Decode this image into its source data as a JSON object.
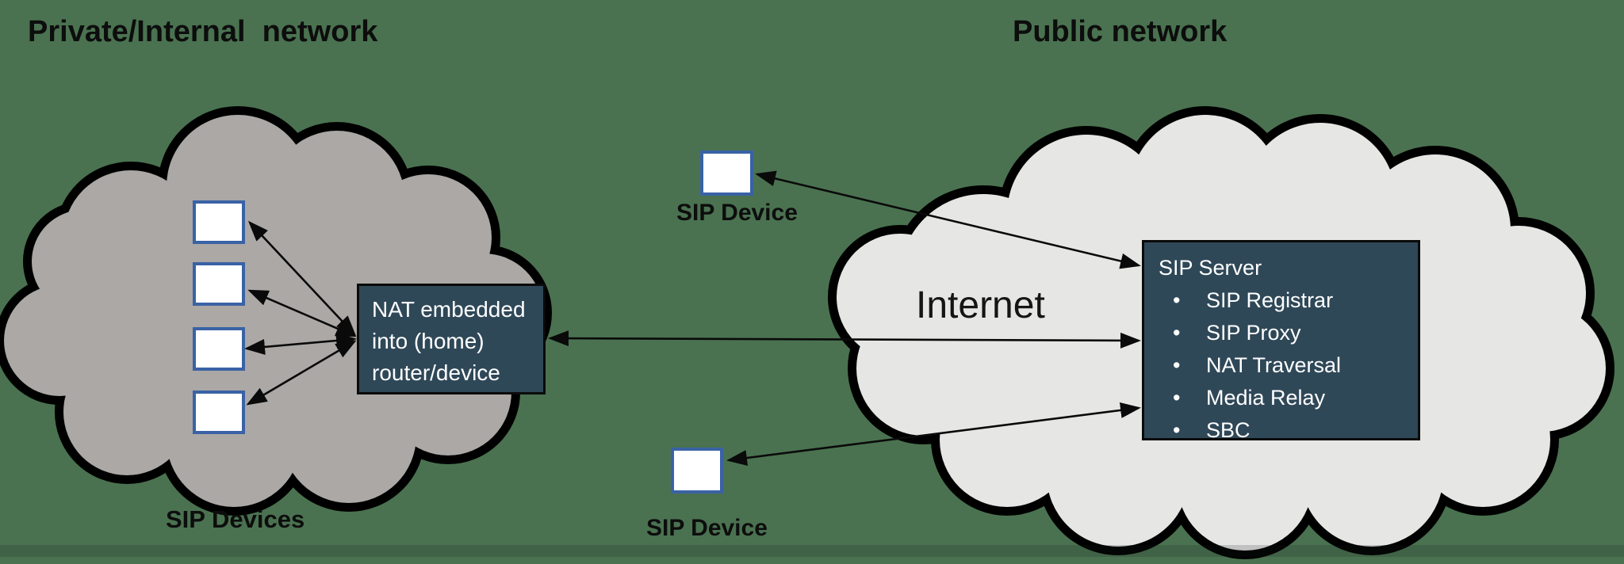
{
  "titles": {
    "private_network": "Private/Internal  network",
    "public_network": "Public network"
  },
  "left_cloud": {
    "label": "SIP Devices",
    "device_count": 4
  },
  "nat_box": {
    "text": "NAT embedded into (home) router/device"
  },
  "internet_cloud": {
    "label": "Internet"
  },
  "sip_server_box": {
    "title": "SIP Server",
    "items": [
      "SIP Registrar",
      "SIP Proxy",
      "NAT Traversal",
      "Media Relay",
      "SBC"
    ]
  },
  "standalone_devices": {
    "top_label": "SIP Device",
    "bottom_label": "SIP Device"
  },
  "colors": {
    "bg_green": "#4A7250",
    "left_cloud": "#ABA8A6",
    "right_cloud": "#E6E6E5",
    "box_fill": "#2F4858",
    "square_border": "#3A62A5",
    "line_color": "#0A0A0A",
    "text_dark": "#0D0D0D"
  }
}
